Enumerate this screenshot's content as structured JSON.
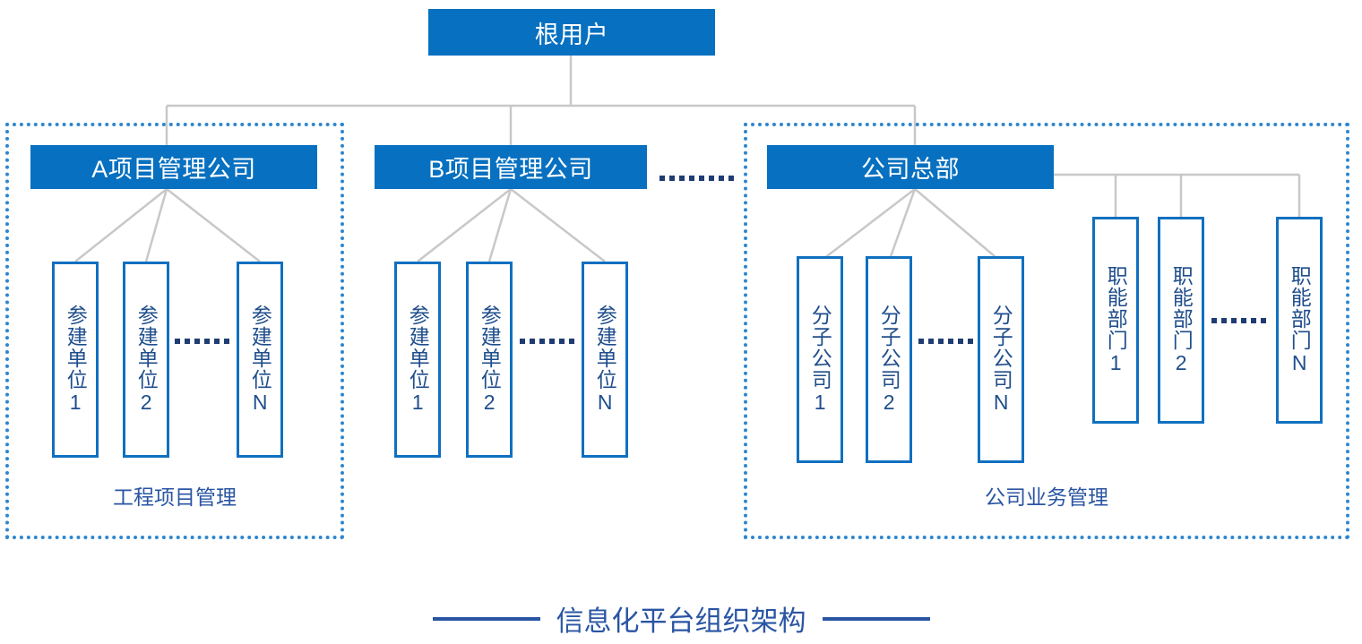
{
  "diagram": {
    "root": {
      "label": "根用户"
    },
    "branches": [
      {
        "id": "a",
        "label": "A项目管理公司"
      },
      {
        "id": "b",
        "label": "B项目管理公司"
      },
      {
        "id": "hq",
        "label": "公司总部"
      }
    ],
    "regions": [
      {
        "id": "left",
        "label": "工程项目管理"
      },
      {
        "id": "right",
        "label": "公司业务管理"
      }
    ],
    "units_a": [
      {
        "label": "参建单位1"
      },
      {
        "label": "参建单位2"
      },
      {
        "label": "参建单位N"
      }
    ],
    "units_b": [
      {
        "label": "参建单位1"
      },
      {
        "label": "参建单位2"
      },
      {
        "label": "参建单位N"
      }
    ],
    "subsidiaries": [
      {
        "label": "分子公司1"
      },
      {
        "label": "分子公司2"
      },
      {
        "label": "分子公司N"
      }
    ],
    "departments": [
      {
        "label": "职能部门1"
      },
      {
        "label": "职能部门2"
      },
      {
        "label": "职能部门N"
      }
    ],
    "footer": {
      "title": "信息化平台组织架构"
    },
    "colors": {
      "header_fill": "#0770C0",
      "header_text": "#FFFFFF",
      "box_border": "#1070C0",
      "box_text": "#1F4E8C",
      "region_border": "#2E86CE",
      "region_label": "#2A55A3",
      "connector": "#C8C8C8",
      "ellipsis": "#1F3C73",
      "footer_text": "#2A55A3"
    }
  }
}
